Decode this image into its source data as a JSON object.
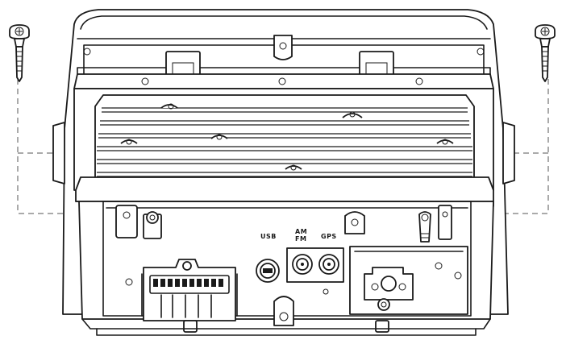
{
  "labels": {
    "usb": "USB",
    "am": "AM",
    "fm": "FM",
    "gps": "GPS"
  },
  "icons": [
    "screw-icon",
    "screw-icon"
  ]
}
